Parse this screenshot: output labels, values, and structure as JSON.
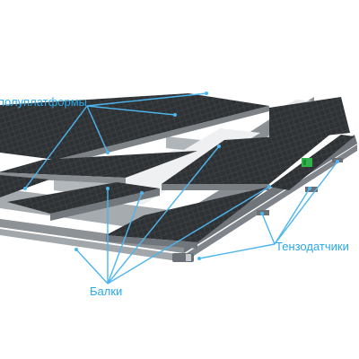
{
  "labels": {
    "platforms": "полуплатформы",
    "beams": "Балки",
    "load_cells": "Тензодатчики"
  },
  "colors": {
    "label": "#29a9e8",
    "leader": "#4db6ee",
    "deck": "#3a3d40",
    "frame": "#9aa0a5",
    "sensor": "#2fb34a"
  }
}
